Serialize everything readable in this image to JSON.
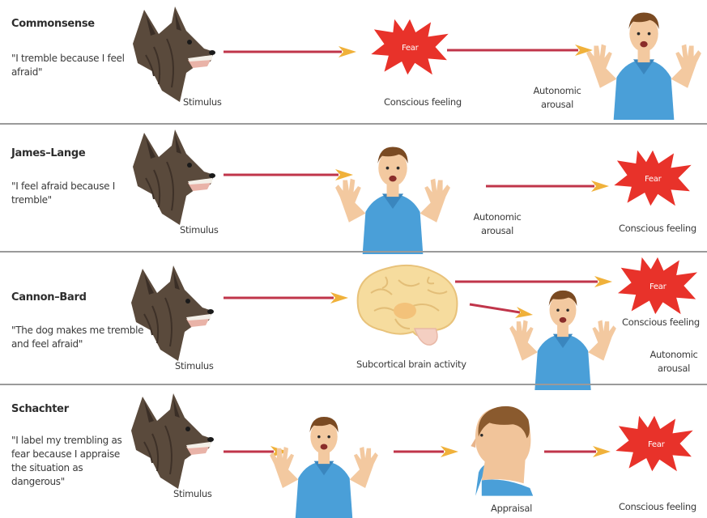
{
  "theories": [
    {
      "name": "Commonsense",
      "quote": "\"I tremble because I feel afraid\"",
      "labels": {
        "stimulus": "Stimulus",
        "fear": "Fear",
        "conscious_feeling": "Conscious feeling",
        "autonomic_arousal": "Autonomic arousal"
      }
    },
    {
      "name": "James–Lange",
      "quote": "\"I feel afraid because I tremble\"",
      "labels": {
        "stimulus": "Stimulus",
        "autonomic_arousal": "Autonomic arousal",
        "fear": "Fear",
        "conscious_feeling": "Conscious feeling"
      }
    },
    {
      "name": "Cannon–Bard",
      "quote": "\"The dog makes me tremble and feel afraid\"",
      "labels": {
        "stimulus": "Stimulus",
        "subcortical": "Subcortical brain activity",
        "fear": "Fear",
        "conscious_feeling": "Conscious feeling",
        "autonomic_arousal": "Autonomic arousal"
      }
    },
    {
      "name": "Schachter",
      "quote": "\"I label my trembling as fear because I appraise the situation as dangerous\"",
      "labels": {
        "stimulus": "Stimulus",
        "appraisal": "Appraisal",
        "fear": "Fear",
        "conscious_feeling": "Conscious feeling"
      }
    }
  ],
  "colors": {
    "arrow": "#c0354a",
    "arrow_head": "#f0b13a",
    "fear_burst": "#e8322a",
    "shirt": "#4a9fd8",
    "skin": "#f3c9a0",
    "hair": "#7a4a22",
    "dog": "#5a4a3c",
    "brain": "#f6dc9e",
    "divider": "#9a9a9a"
  },
  "icons": [
    "dog-icon",
    "fear-burst-icon",
    "trembling-man-icon",
    "brain-icon",
    "head-profile-icon"
  ]
}
